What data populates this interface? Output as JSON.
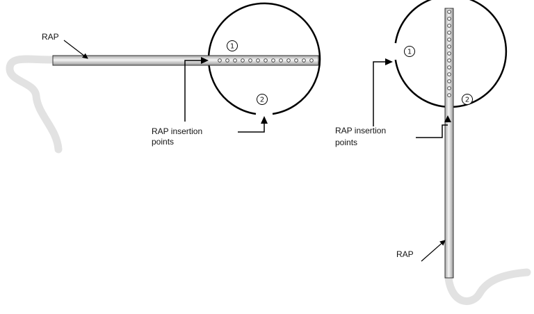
{
  "left_panel": {
    "rap_label": "RAP",
    "insertion_label_line1": "RAP insertion",
    "insertion_label_line2": "points",
    "point_1": "1",
    "point_2": "2"
  },
  "right_panel": {
    "rap_label": "RAP",
    "insertion_label_line1": "RAP insertion",
    "insertion_label_line2": "points",
    "point_1": "1",
    "point_2": "2"
  },
  "colors": {
    "ring": "#000000",
    "tube_fill": "#d4d4d4",
    "cable": "#e2e2e2"
  }
}
